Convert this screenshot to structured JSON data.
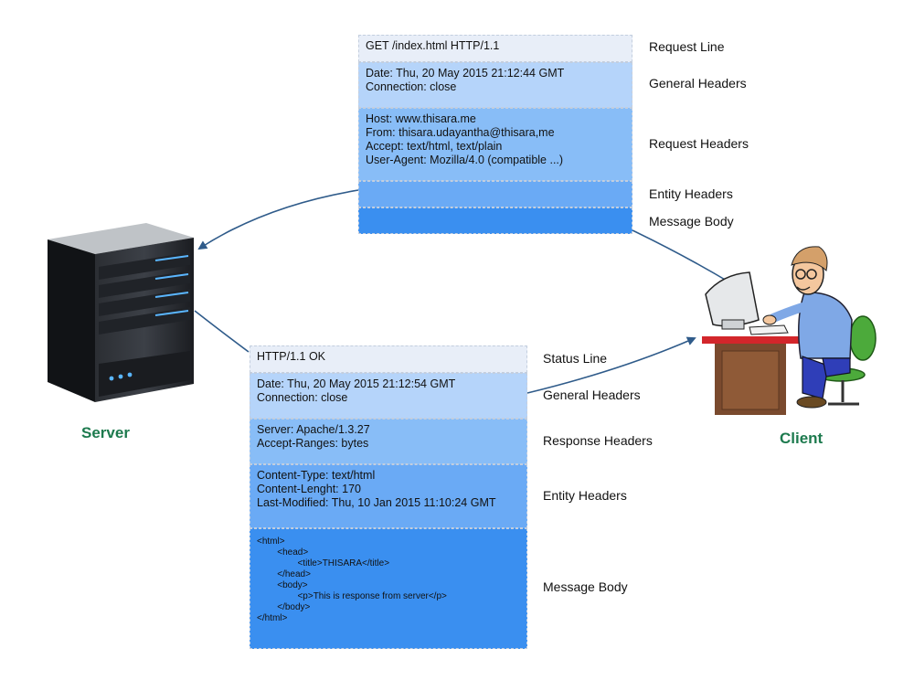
{
  "actors": {
    "server": "Server",
    "client": "Client"
  },
  "request": {
    "segments": [
      {
        "label": "Request Line",
        "lines": [
          "GET /index.html HTTP/1.1"
        ]
      },
      {
        "label": "General Headers",
        "lines": [
          "Date: Thu, 20 May 2015 21:12:44 GMT",
          "Connection: close"
        ]
      },
      {
        "label": "Request Headers",
        "lines": [
          "Host: www.thisara.me",
          "From: thisara.udayantha@thisara,me",
          "Accept: text/html, text/plain",
          "User-Agent: Mozilla/4.0 (compatible ...)"
        ]
      },
      {
        "label": "Entity Headers",
        "lines": []
      },
      {
        "label": "Message Body",
        "lines": []
      }
    ]
  },
  "response": {
    "segments": [
      {
        "label": "Status Line",
        "lines": [
          "HTTP/1.1 OK"
        ]
      },
      {
        "label": "General Headers",
        "lines": [
          "Date: Thu, 20 May 2015 21:12:54 GMT",
          "Connection: close"
        ]
      },
      {
        "label": "Response Headers",
        "lines": [
          "Server: Apache/1.3.27",
          "Accept-Ranges: bytes"
        ]
      },
      {
        "label": "Entity Headers",
        "lines": [
          "Content-Type: text/html",
          "Content-Lenght: 170",
          "Last-Modified: Thu, 10 Jan 2015 11:10:24 GMT"
        ]
      },
      {
        "label": "Message Body",
        "lines": [
          "<html>",
          "        <head>",
          "                <title>THISARA</title>",
          "        </head>",
          "        <body>",
          "                <p>This is response from server</p>",
          "        </body>",
          "</html>"
        ]
      }
    ]
  },
  "colors": {
    "actor_label": "#1d7a4e",
    "arrow": "#2f5b8a"
  }
}
